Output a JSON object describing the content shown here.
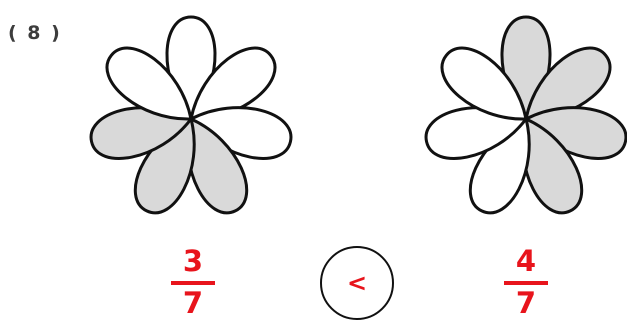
{
  "problem_number": "( 8 )",
  "left_fraction": {
    "numerator": "3",
    "denominator": "7",
    "shaded_petals": [
      3,
      4,
      5
    ],
    "total_petals": 7
  },
  "right_fraction": {
    "numerator": "4",
    "denominator": "7",
    "shaded_petals": [
      0,
      1,
      2,
      3
    ],
    "total_petals": 7
  },
  "comparison_sign": "<",
  "colors": {
    "answer_red": "#e8141c",
    "petal_shaded": "#d9d9d9",
    "petal_unshaded": "#ffffff",
    "outline": "#111111"
  }
}
